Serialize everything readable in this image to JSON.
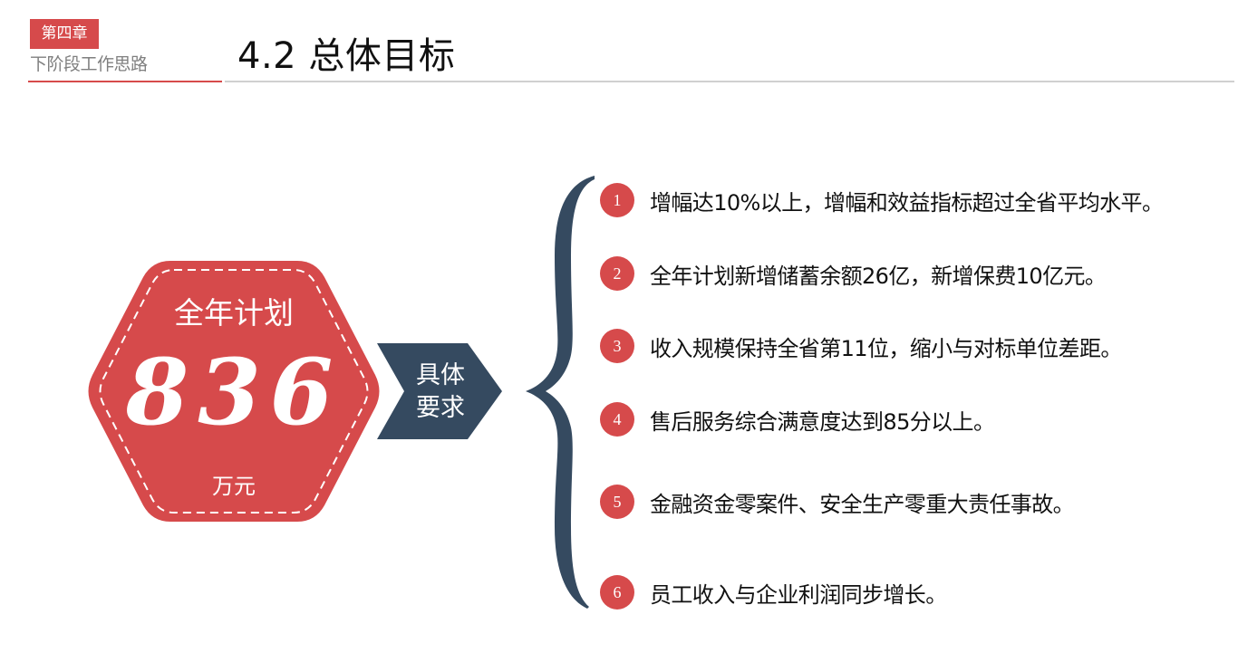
{
  "header": {
    "chapter_badge": "第四章",
    "chapter_subtitle": "下阶段工作思路",
    "page_title": "4.2 总体目标"
  },
  "plan": {
    "label": "全年计划",
    "value": "836",
    "unit": "万元"
  },
  "connector": {
    "label_line1": "具体",
    "label_line2": "要求"
  },
  "goals": [
    {
      "num": "1",
      "text": "增幅达10%以上，增幅和效益指标超过全省平均水平。"
    },
    {
      "num": "2",
      "text": "全年计划新增储蓄余额26亿，新增保费10亿元。"
    },
    {
      "num": "3",
      "text": "收入规模保持全省第11位，缩小与对标单位差距。"
    },
    {
      "num": "4",
      "text": "售后服务综合满意度达到85分以上。"
    },
    {
      "num": "5",
      "text": "金融资金零案件、安全生产零重大责任事故。"
    },
    {
      "num": "6",
      "text": "员工收入与企业利润同步增长。"
    }
  ],
  "colors": {
    "accent_red": "#d64a4b",
    "navy": "#354a60",
    "rule_gray": "#d0d0d0",
    "subtitle_gray": "#7f7f7f"
  }
}
